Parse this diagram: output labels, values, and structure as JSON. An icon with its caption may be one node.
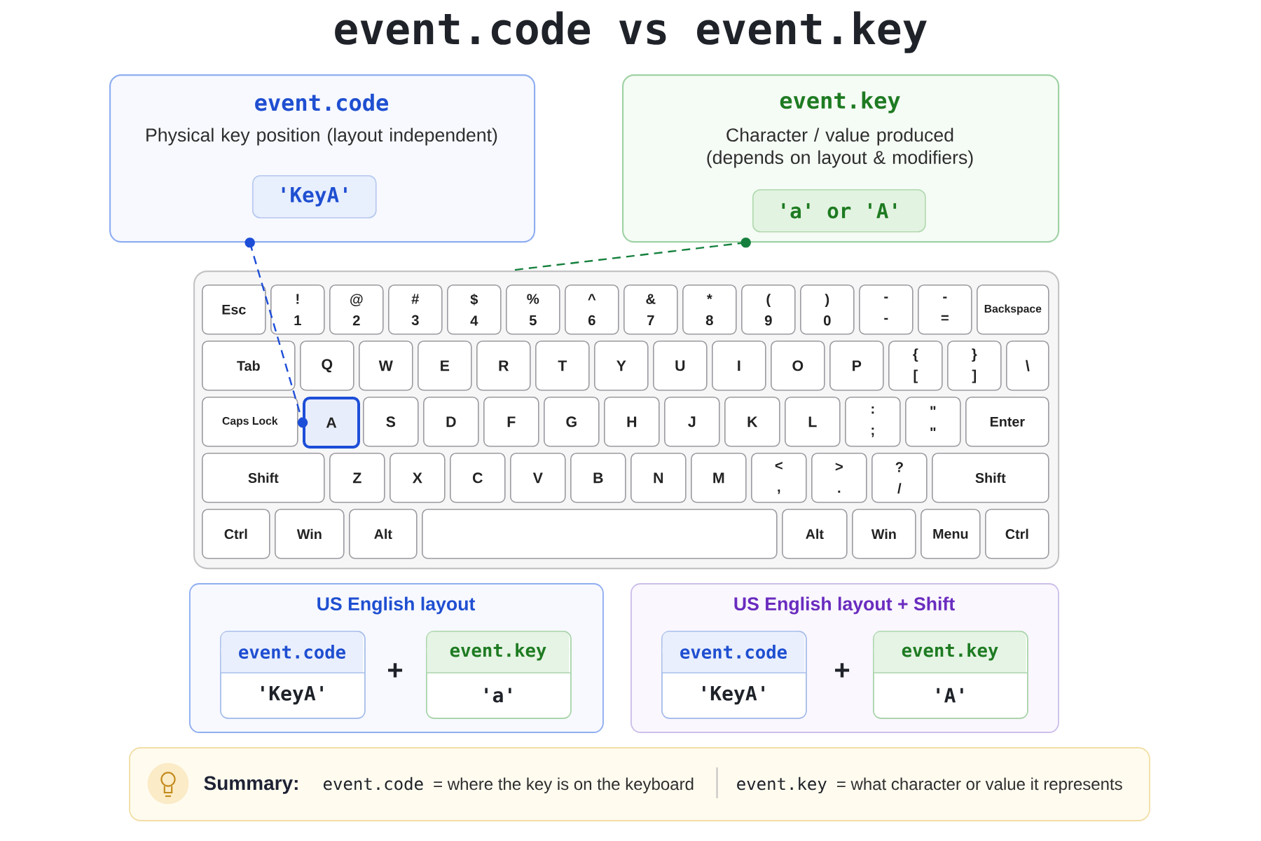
{
  "diagram": {
    "title": "event.code vs event.key",
    "nodes": [
      {
        "text": [
          "event.code",
          "Physical key position (layout independent)"
        ]
      },
      {
        "text": [
          "'KeyA'"
        ],
        "in": 0
      },
      {
        "text": [
          "event.key",
          "Character / value produced (depends on layout & modifiers)"
        ]
      },
      {
        "text": [
          "'a' or 'A'"
        ],
        "in": 2
      },
      {
        "text": [],
        "shape": "box"
      },
      {
        "text": [
          "Esc"
        ],
        "in": 4
      },
      {
        "text": [
          "!",
          "1"
        ],
        "in": 4
      },
      {
        "text": [
          "@",
          "2"
        ],
        "in": 4
      },
      {
        "text": [
          "#",
          "3"
        ],
        "in": 4
      },
      {
        "text": [
          "$",
          "4"
        ],
        "in": 4
      },
      {
        "text": [
          "%",
          "5"
        ],
        "in": 4
      },
      {
        "text": [
          "^",
          "6"
        ],
        "in": 4
      },
      {
        "text": [
          "&",
          "7"
        ],
        "in": 4
      },
      {
        "text": [
          "*",
          "8"
        ],
        "in": 4
      },
      {
        "text": [
          "(",
          "9"
        ],
        "in": 4
      },
      {
        "text": [
          ")",
          "0"
        ],
        "in": 4
      },
      {
        "text": [
          "-",
          "-"
        ],
        "in": 4
      },
      {
        "text": [
          "-",
          "="
        ],
        "in": 4
      },
      {
        "text": [
          "Backspace"
        ],
        "in": 4
      },
      {
        "text": [
          "Tab"
        ],
        "in": 4
      },
      {
        "text": [
          "Q"
        ],
        "in": 4
      },
      {
        "text": [
          "W"
        ],
        "in": 4
      },
      {
        "text": [
          "E"
        ],
        "in": 4
      },
      {
        "text": [
          "R"
        ],
        "in": 4
      },
      {
        "text": [
          "T"
        ],
        "in": 4
      },
      {
        "text": [
          "Y"
        ],
        "in": 4
      },
      {
        "text": [
          "U"
        ],
        "in": 4
      },
      {
        "text": [
          "I"
        ],
        "in": 4
      },
      {
        "text": [
          "O"
        ],
        "in": 4
      },
      {
        "text": [
          "P"
        ],
        "in": 4
      },
      {
        "text": [
          "{",
          "["
        ],
        "in": 4
      },
      {
        "text": [
          "}",
          "]"
        ],
        "in": 4
      },
      {
        "text": [
          "\\"
        ],
        "in": 4
      },
      {
        "text": [
          "Caps Lock"
        ],
        "in": 4
      },
      {
        "text": [
          "A"
        ],
        "in": 4
      },
      {
        "text": [
          "S"
        ],
        "in": 4
      },
      {
        "text": [
          "D"
        ],
        "in": 4
      },
      {
        "text": [
          "F"
        ],
        "in": 4
      },
      {
        "text": [
          "G"
        ],
        "in": 4
      },
      {
        "text": [
          "H"
        ],
        "in": 4
      },
      {
        "text": [
          "J"
        ],
        "in": 4
      },
      {
        "text": [
          "K"
        ],
        "in": 4
      },
      {
        "text": [
          "L"
        ],
        "in": 4
      },
      {
        "text": [
          ":",
          ";"
        ],
        "in": 4
      },
      {
        "text": [
          "\"",
          "\""
        ],
        "in": 4
      },
      {
        "text": [
          "Enter"
        ],
        "in": 4
      },
      {
        "text": [
          "Shift"
        ],
        "in": 4
      },
      {
        "text": [
          "Z"
        ],
        "in": 4
      },
      {
        "text": [
          "X"
        ],
        "in": 4
      },
      {
        "text": [
          "C"
        ],
        "in": 4
      },
      {
        "text": [
          "V"
        ],
        "in": 4
      },
      {
        "text": [
          "B"
        ],
        "in": 4
      },
      {
        "text": [
          "N"
        ],
        "in": 4
      },
      {
        "text": [
          "M"
        ],
        "in": 4
      },
      {
        "text": [
          "<",
          ","
        ],
        "in": 4
      },
      {
        "text": [
          ">",
          "."
        ],
        "in": 4
      },
      {
        "text": [
          "?",
          "/"
        ],
        "in": 4
      },
      {
        "text": [
          "Shift"
        ],
        "in": 4
      },
      {
        "text": [
          "Ctrl"
        ],
        "in": 4
      },
      {
        "text": [
          "Win"
        ],
        "in": 4
      },
      {
        "text": [
          "Alt"
        ],
        "in": 4
      },
      {
        "text": [],
        "shape": "box",
        "in": 4
      },
      {
        "text": [
          "Alt"
        ],
        "in": 4
      },
      {
        "text": [
          "Win"
        ],
        "in": 4
      },
      {
        "text": [
          "Menu"
        ],
        "in": 4
      },
      {
        "text": [
          "Ctrl"
        ],
        "in": 4
      },
      {
        "text": [
          "US English layout"
        ]
      },
      {
        "text": [
          "event.code",
          "'KeyA'"
        ],
        "in": 66
      },
      {
        "text": [
          "event.key",
          "'a'"
        ],
        "in": 66
      },
      {
        "text": [
          "US English layout + Shift"
        ]
      },
      {
        "text": [
          "event.code",
          "'KeyA'"
        ],
        "in": 69
      },
      {
        "text": [
          "event.key",
          "'A'"
        ],
        "in": 69
      },
      {
        "text": [
          "Summary:",
          "event.code",
          "= where the key is on the keyboard",
          "event.key",
          "= what character or value it represents"
        ]
      }
    ],
    "edges": [
      {
        "from": 0,
        "to": 34,
        "arrow": "other",
        "style": "dashed",
        "color": "#1d4ed8"
      },
      {
        "from": 2,
        "to": 4,
        "arrow": "other",
        "style": "dashed",
        "color": "#15803d"
      }
    ],
    "labels": [
      "+",
      "+"
    ]
  }
}
